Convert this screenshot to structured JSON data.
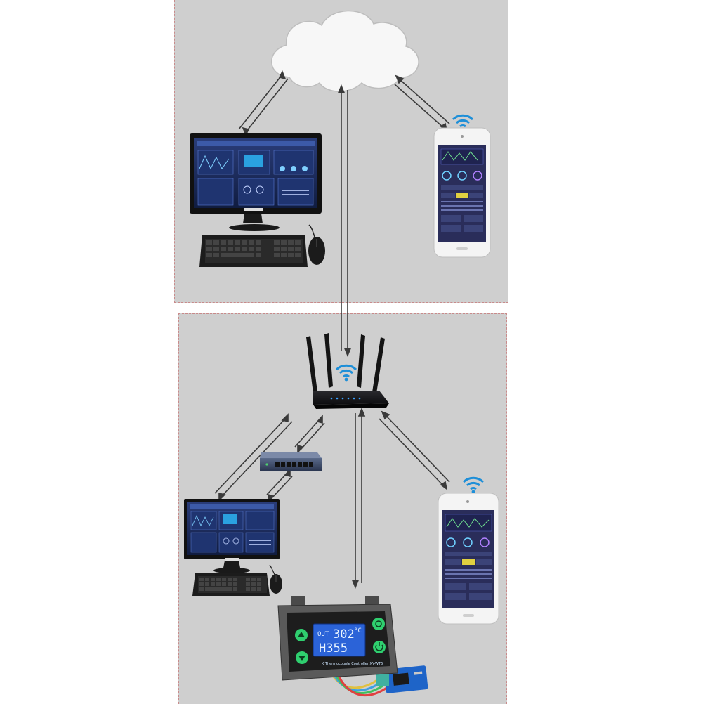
{
  "controller": {
    "out_label": "OUT",
    "reading_1": "302",
    "unit_1": "°C",
    "reading_2": "H355",
    "caption": "K Thermocouple Controller XY-WT6"
  },
  "colors": {
    "background": "#cfcfcf",
    "zone_border": "#c98a8a",
    "wifi": "#1e8fd8",
    "screen": "#1b2a5a",
    "lcd": "#2b63d8",
    "button": "#2fcf6f"
  },
  "icons": [
    "cloud-icon",
    "wifi-icon",
    "router-icon",
    "switch-icon",
    "monitor-icon",
    "keyboard-icon",
    "mouse-icon",
    "phone-icon",
    "controller-icon",
    "wifi-module-icon"
  ]
}
